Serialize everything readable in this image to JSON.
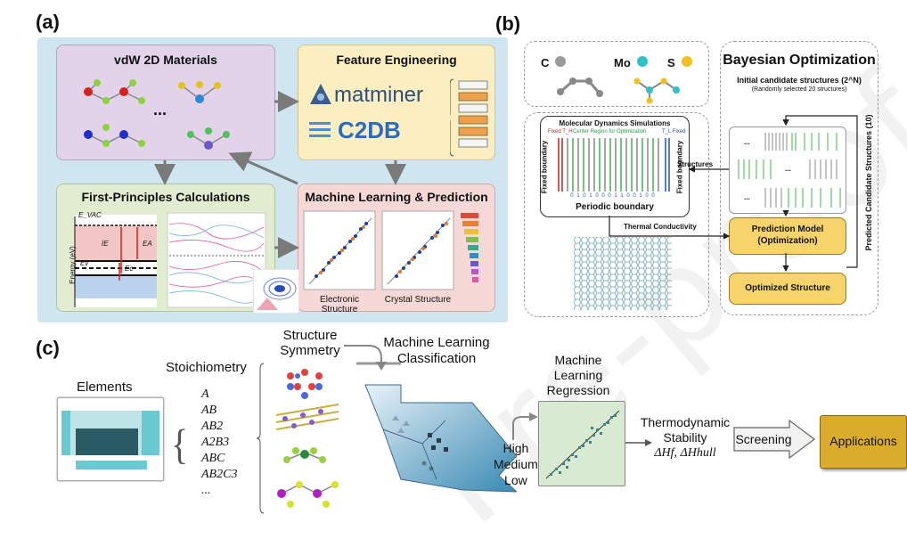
{
  "panel_a": {
    "label": "(a)",
    "vdw": {
      "title": "vdW 2D Materials",
      "ellipsis": "..."
    },
    "feature": {
      "title": "Feature Engineering",
      "matminer": "matminer",
      "c2db": "C2DB"
    },
    "first_principles": {
      "title": "First-Principles Calculations",
      "evac": "E_VAC",
      "ie": "IE",
      "ea": "EA",
      "ev": "Ev",
      "ec": "Ec",
      "energy": "Energy (eV)"
    },
    "ml": {
      "title": "Machine Learning & Prediction",
      "electronic": "Electronic Structure",
      "crystal": "Crystal Structure"
    }
  },
  "panel_b": {
    "label": "(b)",
    "elements": {
      "c": "C",
      "mo": "Mo",
      "s": "S"
    },
    "md": {
      "title": "Molecular Dynamics Simulations",
      "fixed_th": "Fixed T_H",
      "center": "Center Region for Optimization",
      "fixed_tl": "T_L Fixed",
      "fixed_boundary_left": "Fixed boundary",
      "fixed_boundary_right": "Fixed boundary",
      "bits": "0 1 0 1 0 0 0 1 1 0 0 1 0 0",
      "periodic": "Periodic boundary"
    },
    "thermal": "Thermal Conductivity",
    "structures": "Structures",
    "bayes": {
      "title": "Bayesian Optimization",
      "initial": "Initial candidate structures (2^N)",
      "initial_sub": "(Randomly selected 20 structures)",
      "ellipsis": "...",
      "prediction_model": "Prediction Model",
      "prediction_sub": "(Optimization)",
      "optimized": "Optimized Structure",
      "side": "Predicted Candidate Structures (10)"
    }
  },
  "panel_c": {
    "label": "(c)",
    "elements": "Elements",
    "stoichiometry": "Stoichiometry",
    "formulas": [
      "A",
      "AB",
      "AB2",
      "A2B3",
      "ABC",
      "AB2C3",
      "..."
    ],
    "structure_symmetry": [
      "Structure",
      "Symmetry"
    ],
    "ml_classification": [
      "Machine Learning",
      "Classification"
    ],
    "ml_regression": [
      "Machine Learning",
      "Regression"
    ],
    "levels": [
      "High",
      "Medium",
      "Low"
    ],
    "thermo": [
      "Thermodynamic",
      "Stability"
    ],
    "thermo_formula": "ΔHf, ΔHhull",
    "screening": "Screening",
    "applications": "Applications"
  },
  "colors": {
    "panel_a_bg": "#cfe6f1",
    "vdw_bg": "#e3d3ea",
    "feature_bg": "#fbeec0",
    "fp_bg": "#e2ecd0",
    "ml_bg": "#f6d8d6",
    "applications": "#d9ac2b",
    "bayes_yellow": "#f6d36b"
  }
}
